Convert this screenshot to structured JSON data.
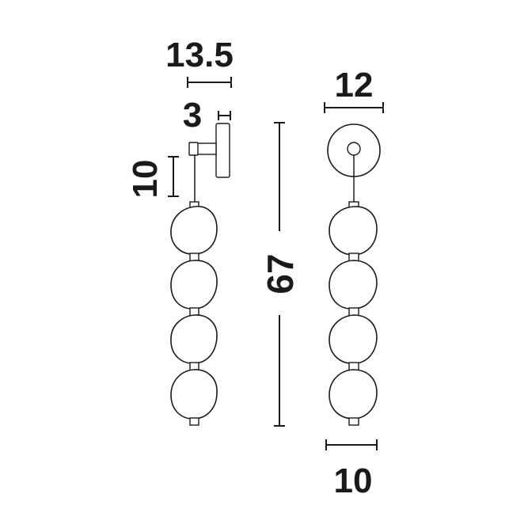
{
  "dimensions": {
    "wall_depth": "13.5",
    "bracket_depth": "3",
    "bracket_drop": "10",
    "total_height": "67",
    "canopy_diameter": "12",
    "shade_diameter": "10"
  },
  "colors": {
    "line": "#1a1a1a",
    "background": "#ffffff"
  }
}
